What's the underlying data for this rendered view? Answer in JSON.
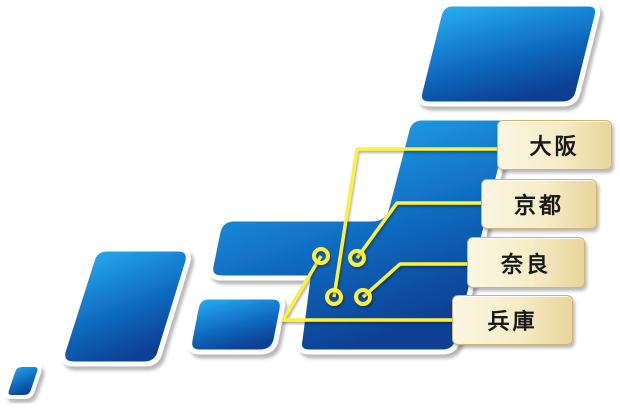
{
  "diagram": {
    "type": "stylized map of Japan with callout labels",
    "colors": {
      "land_light": "#2bb8f5",
      "land_mid": "#1378cc",
      "land_dark": "#073f92",
      "connector": "#fff13a",
      "label_bg_start": "#fbf6e2",
      "label_bg_end": "#e9d59c",
      "label_text": "#1a1a1a"
    },
    "regions": [
      {
        "name": "hokkaido"
      },
      {
        "name": "honshu"
      },
      {
        "name": "kyushu"
      },
      {
        "name": "shikoku"
      },
      {
        "name": "okinawa"
      }
    ],
    "labels": [
      {
        "id": "osaka",
        "text": "大阪"
      },
      {
        "id": "kyoto",
        "text": "京都"
      },
      {
        "id": "nara",
        "text": "奈良"
      },
      {
        "id": "hyogo",
        "text": "兵庫"
      }
    ]
  }
}
